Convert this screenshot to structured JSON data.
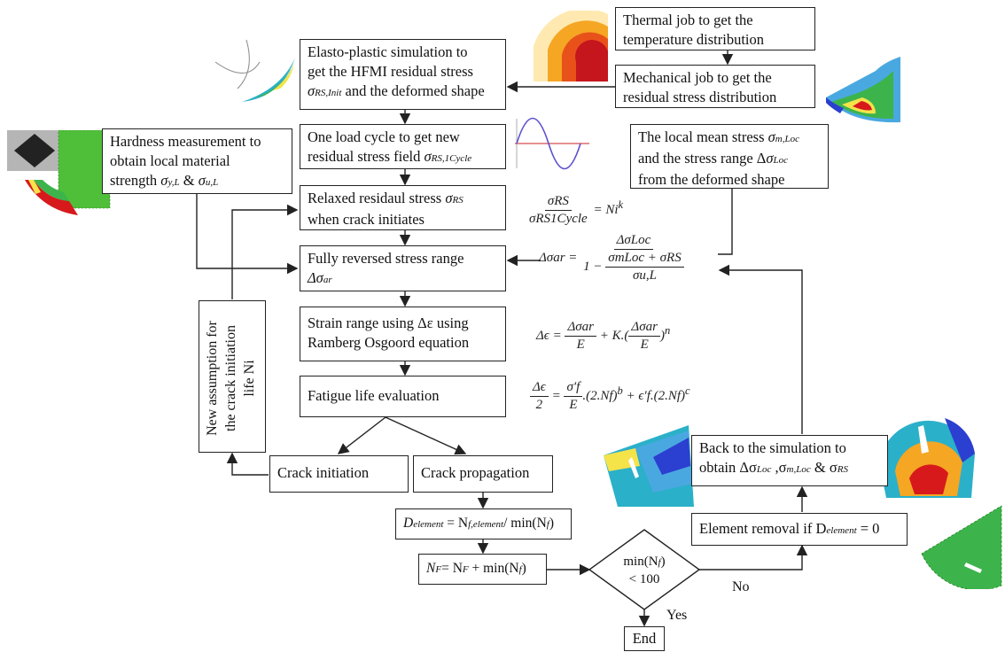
{
  "boxes": {
    "thermal": "Thermal job to get the\ntemperature distribution",
    "mechanical": "Mechanical job to get the\nresidual stress distribution",
    "elasto_l1": "Elasto-plastic simulation to",
    "elasto_l2": "get the HFMI residual stress",
    "elasto_sym": "σ",
    "elasto_sub": "RS,Init",
    "elasto_l3_rest": " and the deformed shape",
    "load_l1": "One load cycle to get new",
    "load_l2": "residual stress field ",
    "load_sym": "σ",
    "load_sub": "RS,1Cycle",
    "hard_l1": "Hardness measurement to",
    "hard_l2": "obtain local  material",
    "hard_l3a": "strength ",
    "hard_s1": "σ",
    "hard_sub1": "y,L",
    "hard_amp": " & ",
    "hard_s2": "σ",
    "hard_sub2": "u,L",
    "localmean_l1a": "The local mean stress ",
    "localmean_sym": "σ",
    "localmean_sub": "m,Loc",
    "localmean_l2a": "and the stress range Δ",
    "localmean_sym2": "σ",
    "localmean_sub2": "Loc",
    "localmean_l3": "from the deformed shape",
    "relaxed_l1": "Relaxed residaul stress ",
    "relaxed_sym": "σ",
    "relaxed_sub": "RS",
    "relaxed_l2": "when crack initiates",
    "fully_l1": "Fully reversed stress range",
    "fully_l2": "Δσ",
    "fully_sub": "ar",
    "strain": "Strain range using Δε using\nRamberg Osgoord equation",
    "fatigue": "Fatigue life evaluation",
    "new_assumption": "New assumption for\nthe crack initiation\nlife Ni",
    "crack_init": "Crack initiation",
    "crack_prop": "Crack propagation",
    "delement_a": "D",
    "delement_sub": "element",
    "delement_b": " = N",
    "delement_sub2": "f,element",
    "delement_c": "/ min(N",
    "delement_sub3": "f",
    "delement_d": ")",
    "nf_a": "N",
    "nf_sub": "F",
    "nf_b": "= N",
    "nf_sub2": "F",
    "nf_c": " + min(N",
    "nf_sub3": "f",
    "nf_d": ")",
    "decision_l1": "min(N",
    "decision_sub": "f",
    "decision_l1b": ")",
    "decision_l2": "< 100",
    "end": "End",
    "removal_a": "Element removal if D",
    "removal_sub": "element",
    "removal_b": " = 0",
    "back_l1": "Back to the simulation to",
    "back_l2a": "obtain Δσ",
    "back_sub1": "Loc",
    "back_l2b": " ,σ",
    "back_sub2": "m,Loc",
    "back_l2c": " & σ",
    "back_sub3": "RS"
  },
  "labels": {
    "no": "No",
    "yes": "Yes"
  },
  "equations": {
    "ratio_num": "σRS",
    "ratio_den": "σRS1Cycle",
    "ratio_rhs": "= Ni",
    "ratio_sup": "k",
    "dsar_lhs": "Δσar =",
    "dsar_num": "ΔσLoc",
    "dsar_den_a": "1 −",
    "dsar_den_num": "σmLoc + σRS",
    "dsar_den_den": "σu,L",
    "strain_lhs": "Δϵ =",
    "strain_num": "Δσar",
    "strain_den": "E",
    "strain_mid": "+ K.(",
    "strain_num2": "Δσar",
    "strain_den2": "E",
    "strain_end": ")",
    "strain_sup": "n",
    "fat_num": "Δϵ",
    "fat_den": "2",
    "fat_eq": "=",
    "fat_num2": "σ′f",
    "fat_den2": "E",
    "fat_rest": ".(2.Nf)",
    "fat_sup1": "b",
    "fat_rest2": "+ ϵ′f.(2.Nf)",
    "fat_sup2": "c"
  },
  "colors": {
    "line": "#222222",
    "fea_red": "#d7191c",
    "fea_orange": "#f28a2e",
    "fea_yellow": "#f5e34a",
    "fea_green": "#3cb44b",
    "fea_cyan": "#37c7d8",
    "fea_blue": "#2b5fd0"
  }
}
